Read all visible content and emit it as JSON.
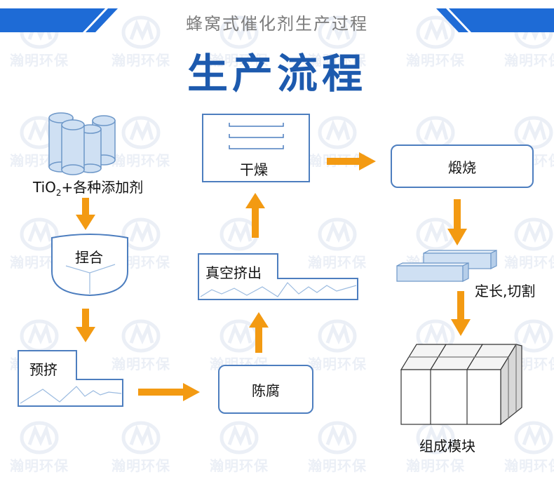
{
  "header": {
    "subtitle": "蜂窝式催化剂生产过程",
    "title": "生产流程"
  },
  "watermark": {
    "text": "瀚明环保",
    "icon": "hm-logo-icon"
  },
  "steps": {
    "raw_materials": {
      "label_main": "TiO",
      "label_sub": "2",
      "label_rest": "+各种添加剂"
    },
    "kneading": {
      "label": "捏合"
    },
    "pre_extrusion": {
      "label": "预挤"
    },
    "aging": {
      "label": "陈腐"
    },
    "vacuum_extrusion": {
      "label": "真空挤出"
    },
    "drying": {
      "label": "干燥"
    },
    "calcination": {
      "label": "煅烧"
    },
    "cutting": {
      "label": "定长,切割"
    },
    "module": {
      "label": "组成模块"
    }
  },
  "colors": {
    "title_blue": "#1d5aae",
    "box_border": "#4d7ebf",
    "arrow_orange": "#f39a12",
    "header_band": "#1e6bd6"
  }
}
